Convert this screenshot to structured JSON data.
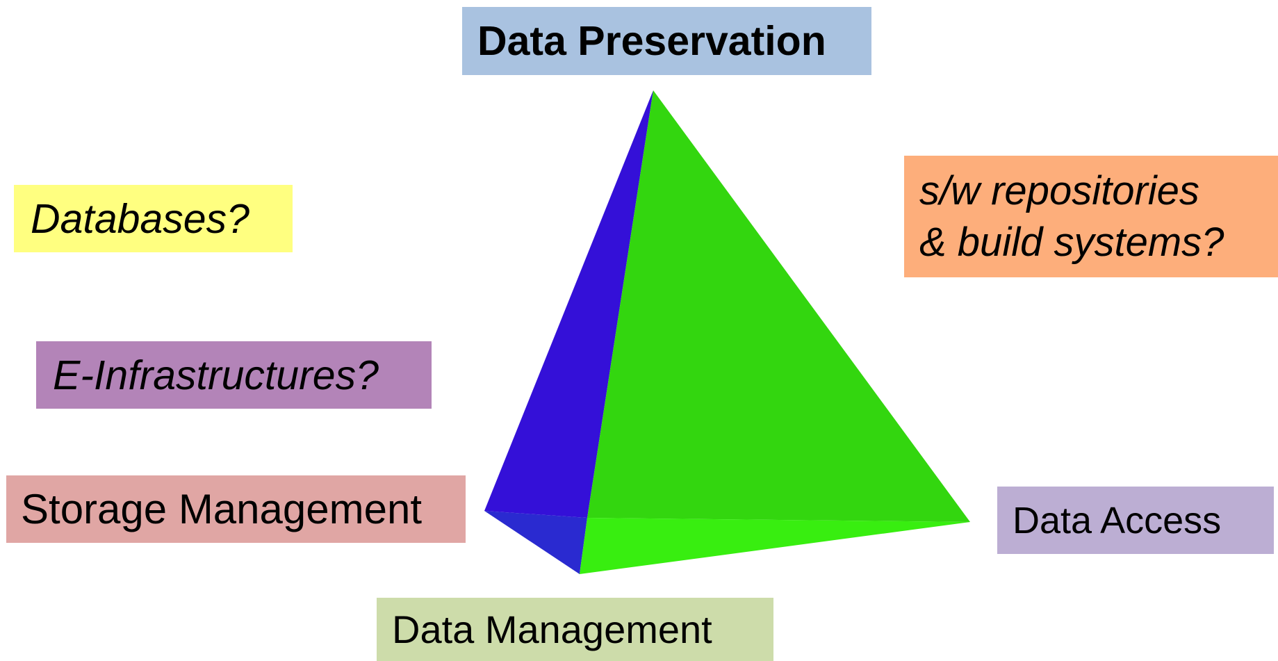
{
  "diagram": {
    "top_label": "Data Preservation",
    "right_label_lines": [
      "s/w repositories",
      "& build systems?"
    ],
    "databases_label": "Databases?",
    "einfra_label": "E-Infrastructures?",
    "storage_label": "Storage Management",
    "data_access_label": "Data Access",
    "data_management_label": "Data Management"
  },
  "colors": {
    "top_box": "#a9c2e0",
    "right_box": "#fdae7b",
    "databases_box": "#ffff80",
    "einfra_box": "#b384b8",
    "storage_box": "#e0a6a4",
    "data_access_box": "#bcaed3",
    "data_management_box": "#cddcaa",
    "pyramid_left_face": "#3410d8",
    "pyramid_right_face": "#33d60f",
    "pyramid_bottom_left": "#2a2ad0",
    "pyramid_bottom_right": "#38ee10"
  }
}
